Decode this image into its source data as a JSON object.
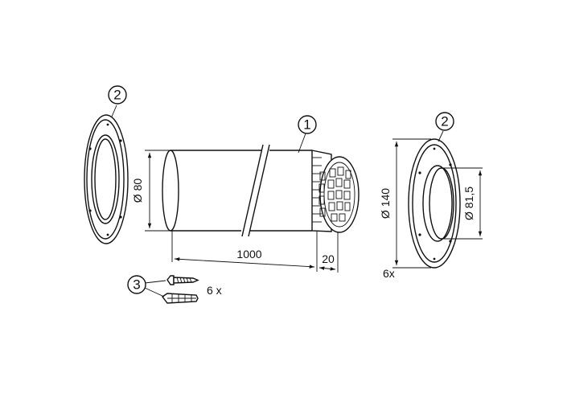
{
  "callouts": {
    "pipe": "1",
    "flange_left": "2",
    "flange_right": "2",
    "fixings": "3"
  },
  "dimensions": {
    "pipe_diameter": "Ø 80",
    "pipe_length": "1000",
    "grille_depth": "20",
    "flange_outer_diameter": "Ø 140",
    "flange_inner_diameter": "Ø 81,5"
  },
  "quantities": {
    "fixings": "6 x",
    "flanges": "6x"
  }
}
